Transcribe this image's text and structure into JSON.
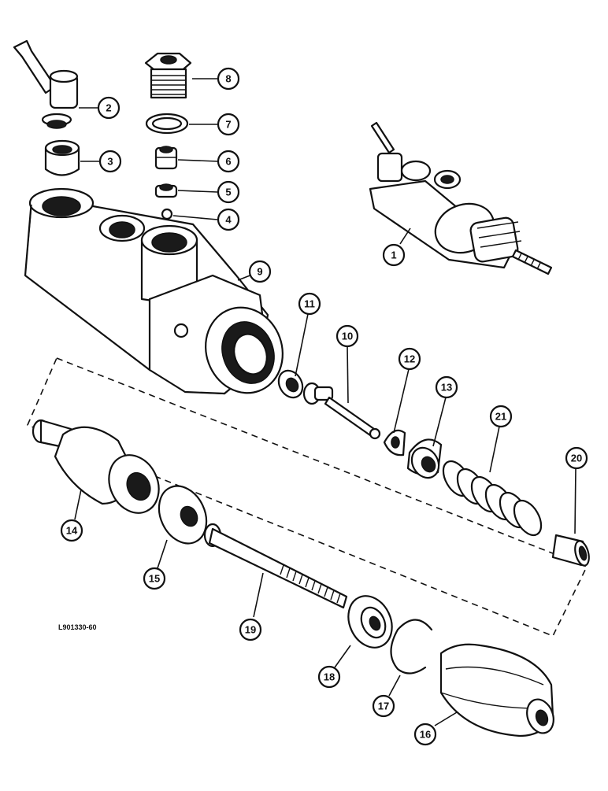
{
  "figure": {
    "reference_code": "L901330-60"
  },
  "callouts": [
    "1",
    "2",
    "3",
    "4",
    "5",
    "6",
    "7",
    "8",
    "9",
    "10",
    "11",
    "12",
    "13",
    "14",
    "15",
    "16",
    "17",
    "18",
    "19",
    "20",
    "21"
  ]
}
